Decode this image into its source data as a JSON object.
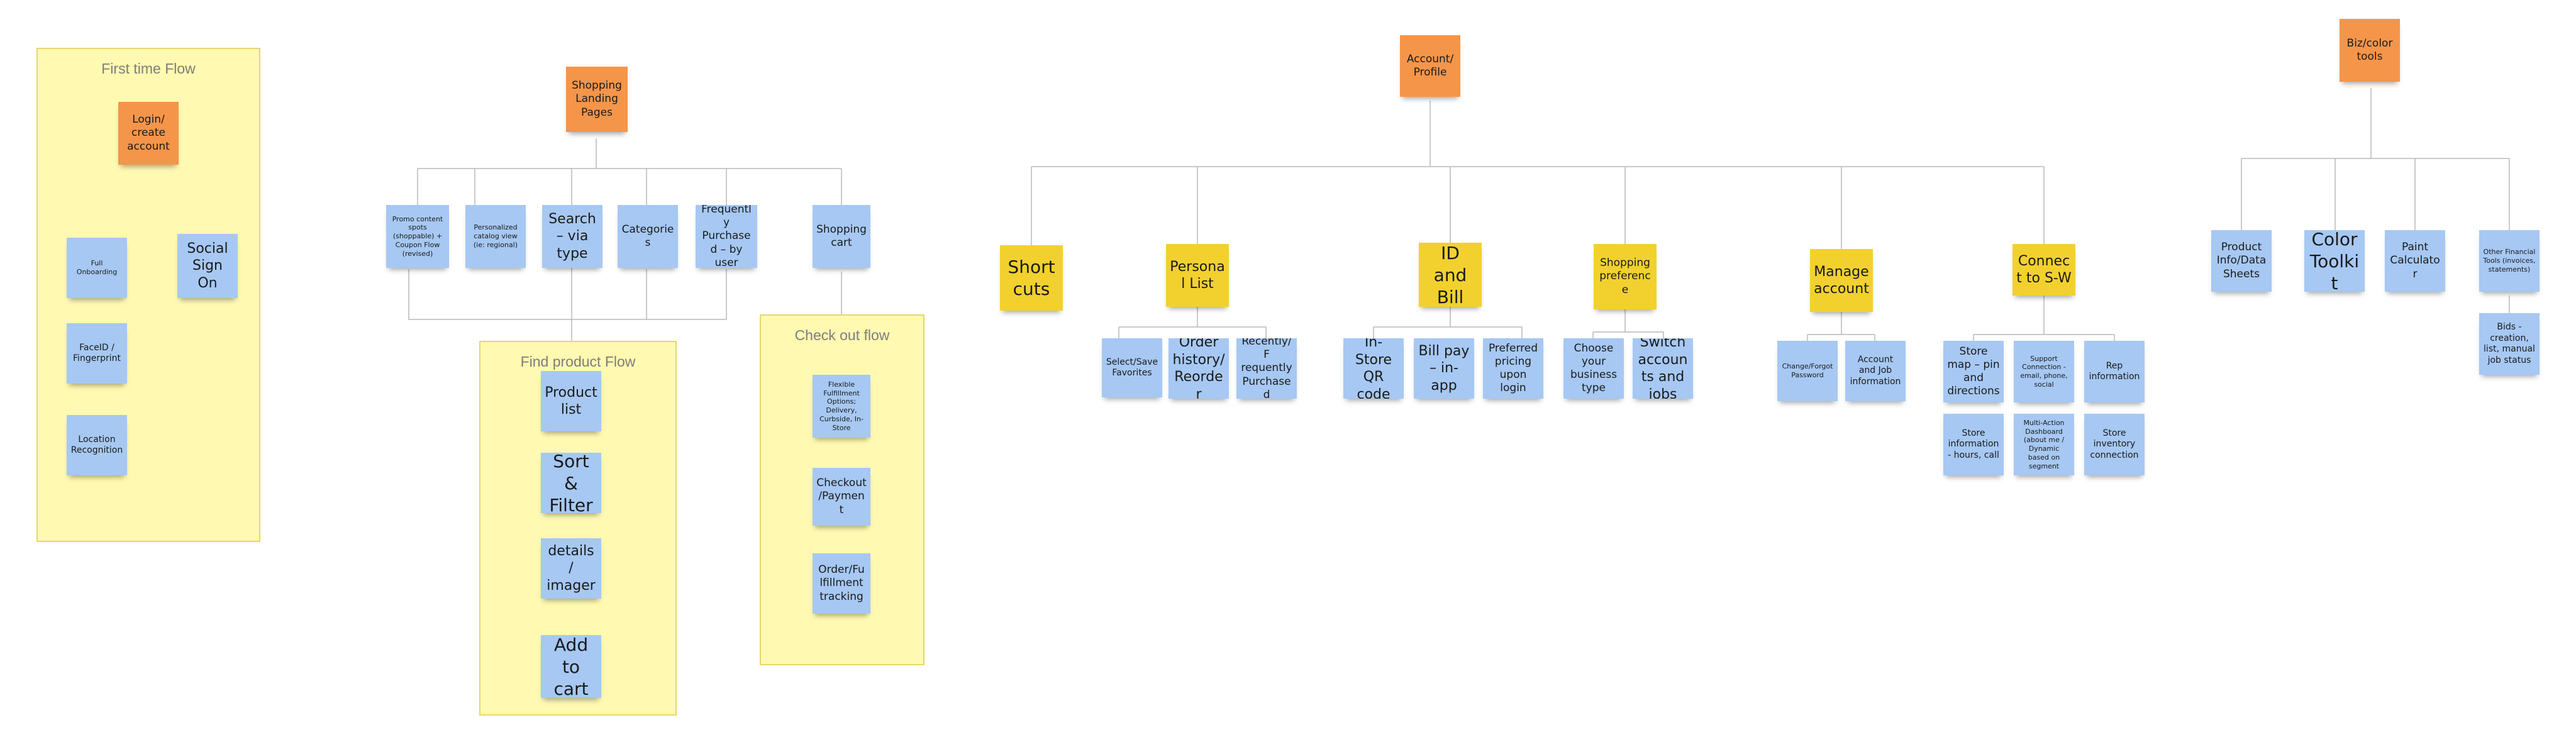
{
  "colors": {
    "orange_note": "#f5954a",
    "yellow_note": "#f2d12e",
    "blue_note": "#a6c8f3",
    "frame_fill": "#fff9b1",
    "connector": "#b9b9b9"
  },
  "frames": {
    "first_time": {
      "title": "First time Flow"
    },
    "find_product": {
      "title": "Find product Flow"
    },
    "checkout": {
      "title": "Check out flow"
    }
  },
  "notes": {
    "login": "Login/ create account",
    "full_onboarding": "Full Onboarding",
    "social_sign_on": "Social Sign On",
    "faceid": "FaceID / Fingerprint",
    "location": "Location Recognition",
    "shopping_landing": "Shopping Landing Pages",
    "promo": "Promo content spots (shoppable) + Coupon Flow (revised)",
    "personalized_catalog": "Personalized catalog view (ie: regional)",
    "search": "Search – via type",
    "categories": "Categories",
    "frequently_purchased": "Frequently Purchased – by user",
    "shopping_cart": "Shopping cart",
    "product_list": "Product list",
    "sort_filter": "Sort & Filter",
    "product_details": "Product details / imagery",
    "add_to_cart": "Add to cart",
    "flexible_fulfillment": "Flexible Fulfillment Options; Delivery, Curbside, In-Store",
    "checkout_payment": "Checkout /Payment",
    "order_tracking": "Order/Fu lfillment tracking",
    "account_profile": "Account/ Profile",
    "shortcuts": "Short cuts",
    "personal_list": "Personal List",
    "id_bill": "ID and Bill",
    "shopping_preference": "Shopping preference",
    "manage_account": "Manage account",
    "connect_sw": "Connect to S-W",
    "select_save": "Select/Save Favorites",
    "order_history": "Order history/ Reorder",
    "recently_purchased": "Recently/F requently Purchased",
    "instore_qr": "In-Store QR code",
    "bill_pay": "Bill pay – in-app",
    "preferred_pricing": "Preferred pricing upon login",
    "choose_business": "Choose your business type",
    "switch_accounts": "Switch accounts and jobs",
    "change_password": "Change/Forgot Password",
    "account_job_info": "Account and Job information",
    "store_map": "Store map – pin and directions",
    "support_connection": "Support Connection - email, phone, social",
    "rep_info": "Rep information",
    "store_hours": "Store information - hours, call",
    "multi_action": "Multi-Action Dashboard (about me / Dynamic based on segment",
    "store_inventory": "Store inventory connection",
    "biz_color_tools": "Biz/color tools",
    "product_info": "Product Info/Data Sheets",
    "color_toolkit": "Color Toolkit",
    "paint_calculator": "Paint Calculator",
    "other_financial": "Other Financial Tools (invoices, statements)",
    "bids": "Bids - creation, list, manual job status"
  }
}
